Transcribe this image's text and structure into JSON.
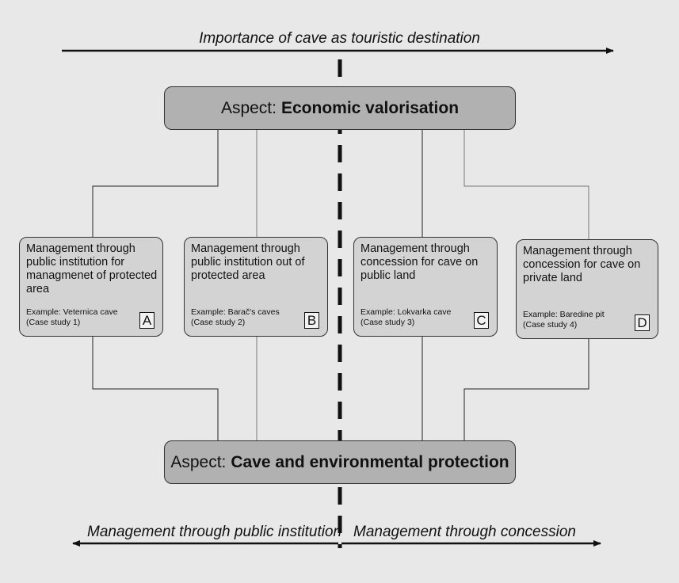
{
  "captions": {
    "top": "Importance of cave as touristic destination",
    "bottom_left": "Management through public institution",
    "bottom_right": "Management through concession"
  },
  "aspects": {
    "top": {
      "prefix": "Aspect:",
      "bold": "Economic valorisation"
    },
    "bottom": {
      "prefix": "Aspect:",
      "bold": "Cave and environmental protection"
    }
  },
  "boxes": [
    {
      "title": "Management through public institution for managmenet of protected area",
      "example": "Example: Veternica cave",
      "case": "(Case study 1)",
      "letter": "A"
    },
    {
      "title": "Management through public institution out of protected area",
      "example": "Example: Barač's caves",
      "case": "(Case study 2)",
      "letter": "B"
    },
    {
      "title": "Management through concession for cave on public land",
      "example": "Example: Lokvarka cave",
      "case": "(Case study 3)",
      "letter": "C"
    },
    {
      "title": "Management through concession for cave on private land",
      "example": "Example: Baredine pit",
      "case": "(Case study 4)",
      "letter": "D"
    }
  ],
  "colors": {
    "background": "#e8e8e8",
    "aspect_fill": "#b1b1b1",
    "box_fill": "#d3d3d3",
    "line": "#222222"
  }
}
